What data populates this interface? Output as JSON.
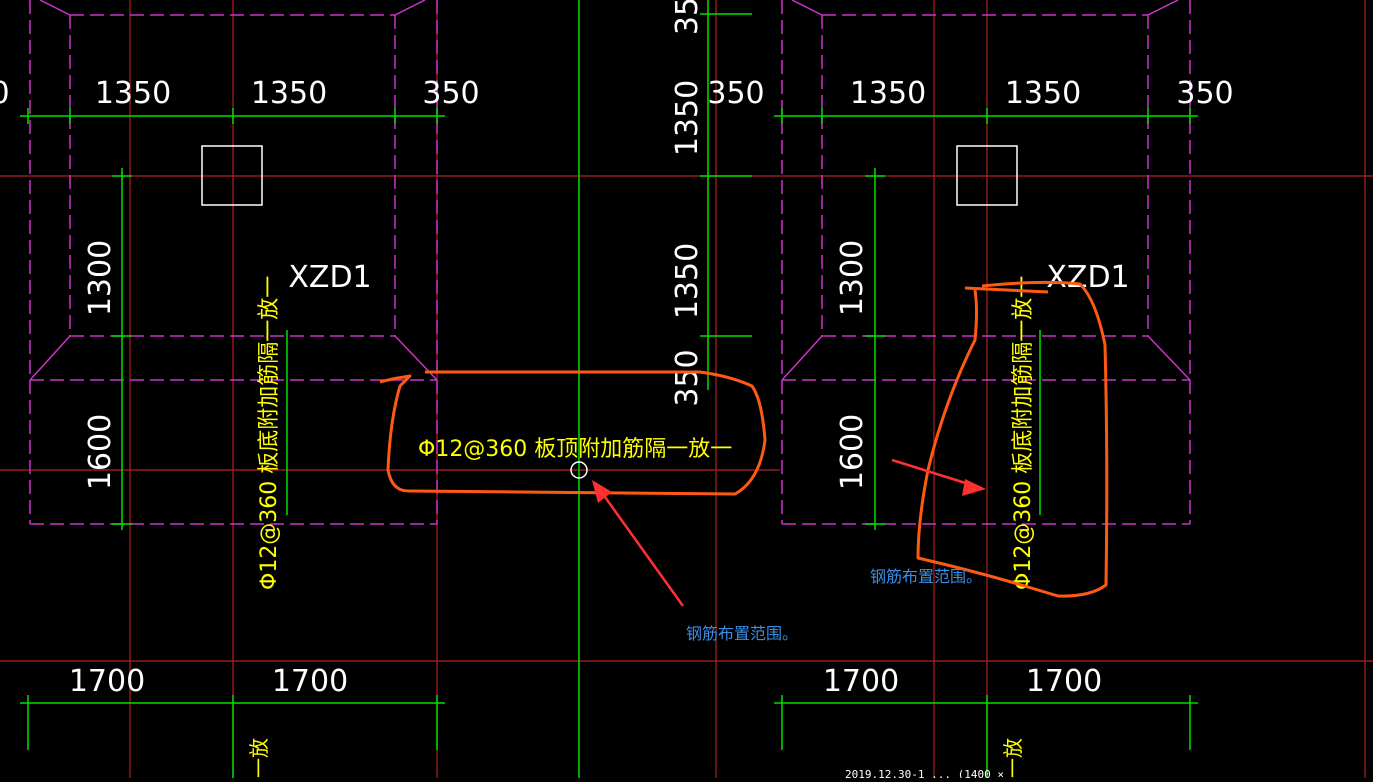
{
  "drawing": {
    "colors": {
      "background": "#000000",
      "grid_red": "#b22222",
      "dim_green": "#00e000",
      "dash_magenta": "#cc33cc",
      "label_white": "#ffffff",
      "rebar_yellow": "#ffff00",
      "markup_orange": "#ff5a14",
      "arrow_red": "#ff3030",
      "note_blue": "#3a8ee6"
    },
    "left_block": {
      "top_dims": [
        "1350",
        "1350",
        "350"
      ],
      "left_dims": [
        "1300",
        "1600"
      ],
      "bottom_dims": [
        "1700",
        "1700"
      ],
      "pile_label": "XZD1",
      "vertical_rebar_label": "Φ12@360 板底附加筋隔一放一"
    },
    "right_block": {
      "top_dims": [
        "350",
        "1350",
        "1350",
        "350"
      ],
      "left_dims": [
        "1300",
        "1600"
      ],
      "bottom_dims": [
        "1700",
        "1700"
      ],
      "pile_label": "XZD1",
      "vertical_rebar_label": "Φ12@360 板底附加筋隔一放一"
    },
    "center_column_dims": [
      "35",
      "1350",
      "1350",
      "350"
    ],
    "edge_fragment": "0",
    "center_rebar_label": "Φ12@360 板顶附加筋隔一放一",
    "bottom_partial_label": "一放",
    "bottom_status_text": "2019.12.30-1 ... (1400 ×",
    "annotations": {
      "center_note": "钢筋布置范围。",
      "right_note": "钢筋布置范围。"
    }
  }
}
